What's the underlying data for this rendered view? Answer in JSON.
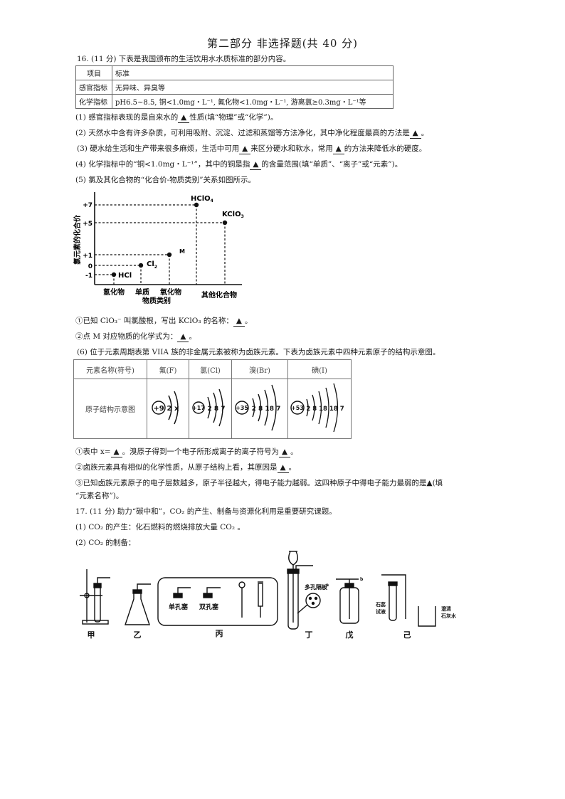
{
  "header": {
    "section_title": "第二部分  非选择题(共 40 分)"
  },
  "q16": {
    "intro": "16. (11 分) 下表是我国颁布的生活饮用水水质标准的部分内容。",
    "table": {
      "header": [
        "项目",
        "标准"
      ],
      "rows": [
        [
          "感官指标",
          "无异味、异臭等"
        ],
        [
          "化学指标",
          "pH6.5~8.5, 铜<1.0mg・L⁻¹, 氟化物<1.0mg・L⁻¹, 游离氯≥0.3mg・L⁻¹等"
        ]
      ]
    },
    "p1a": "(1) 感官指标表现的是自来水的",
    "p1b": "性质(填“物理”或“化学”)。",
    "p2a": "(2) 天然水中含有许多杂质，可利用吸附、沉淀、过滤和蒸馏等方法净化，其中净化程度最高的方法是",
    "p2b": "。",
    "p3a": "(3) 硬水给生活和生产带来很多麻烦，生活中可用",
    "p3b": "来区分硬水和软水，常用",
    "p3c": "的方法来降低水的硬度。",
    "p4a": "(4) 化学指标中的“铜<1.0mg・L⁻¹”，其中的铜是指",
    "p4b": "的含量范围(填“单质”、“离子”或“元素”)。",
    "p5": "(5) 氯及其化合物的“化合价-物质类别”关系如图所示。",
    "blank_mark": "▲",
    "p5_1a": "①已知 ClO₃⁻ 叫氯酸根，写出 KClO₃ 的名称：",
    "p5_1b": "。",
    "p5_2a": "②点 M 对应物质的化学式为：",
    "p5_2b": "。",
    "p6": "(6) 位于元素周期表第 VIIA 族的非金属元素被称为卤族元素。下表为卤族元素中四种元素原子的结构示意图。",
    "halogen_table": {
      "row_label_name": "元素名称(符号)",
      "row_label_diagram": "原子结构示意图",
      "elements": [
        {
          "name": "氟(F)",
          "nucleus": "+9",
          "shells": "2 x",
          "arcs": 2
        },
        {
          "name": "氯(Cl)",
          "nucleus": "+17",
          "shells": "2 8 7",
          "arcs": 3
        },
        {
          "name": "溴(Br)",
          "nucleus": "+35",
          "shells": "2 8 18 7",
          "arcs": 4
        },
        {
          "name": "碘(I)",
          "nucleus": "+53",
          "shells": "2 8 18 18 7",
          "arcs": 5
        }
      ]
    },
    "p6_1a": "①表中 x=",
    "p6_1b": "。溴原子得到一个电子所形成离子的离子符号为",
    "p6_1c": "。",
    "p6_2a": "②卤族元素具有相似的化学性质，从原子结构上看，其原因是",
    "p6_2b": "。",
    "p6_3a": "③已知卤族元素原子的电子层数越多，原子半径越大，得电子能力越弱。这四种原子中得电子能力最弱的是",
    "p6_3b": "(填",
    "p6_3c": "“元素名称”)。"
  },
  "q17": {
    "intro": "17. (11 分) 助力“碳中和”，CO₂ 的产生、制备与资源化利用是重要研究课题。",
    "p1": "(1) CO₂ 的产生：化石燃料的燃烧排放大量 CO₂ 。",
    "p2": "(2) CO₂ 的制备：",
    "apparatus": {
      "labels": [
        "甲",
        "乙",
        "丙",
        "丁",
        "戊",
        "己"
      ],
      "single_hole_stopper": "单孔塞",
      "double_hole_stopper": "双孔塞",
      "porous_plate": "多孔隔板",
      "port_a": "a",
      "port_b": "b",
      "litmus": [
        "石蕊",
        "试液"
      ],
      "limewater": [
        "澄清",
        "石灰水"
      ]
    }
  },
  "chart_data": {
    "type": "scatter",
    "title": "",
    "xlabel": "物质类别",
    "ylabel": "氯元素的化合价",
    "categories": [
      "氢化物",
      "单质",
      "氧化物",
      "其他化合物"
    ],
    "y_ticks": [
      -1,
      0,
      1,
      5,
      7
    ],
    "y_tick_labels": [
      "-1",
      "0",
      "+1",
      "+5",
      "+7"
    ],
    "points": [
      {
        "label": "HCl",
        "category": "氢化物",
        "y": -1
      },
      {
        "label": "Cl₂",
        "category": "单质",
        "y": 0
      },
      {
        "label": "M",
        "category": "氧化物",
        "y": 1
      },
      {
        "label": "HClO₄",
        "category": "其他化合物",
        "y": 7
      },
      {
        "label": "KClO₃",
        "category": "其他化合物",
        "y": 5
      }
    ],
    "grid": false,
    "guides": "dashed"
  }
}
